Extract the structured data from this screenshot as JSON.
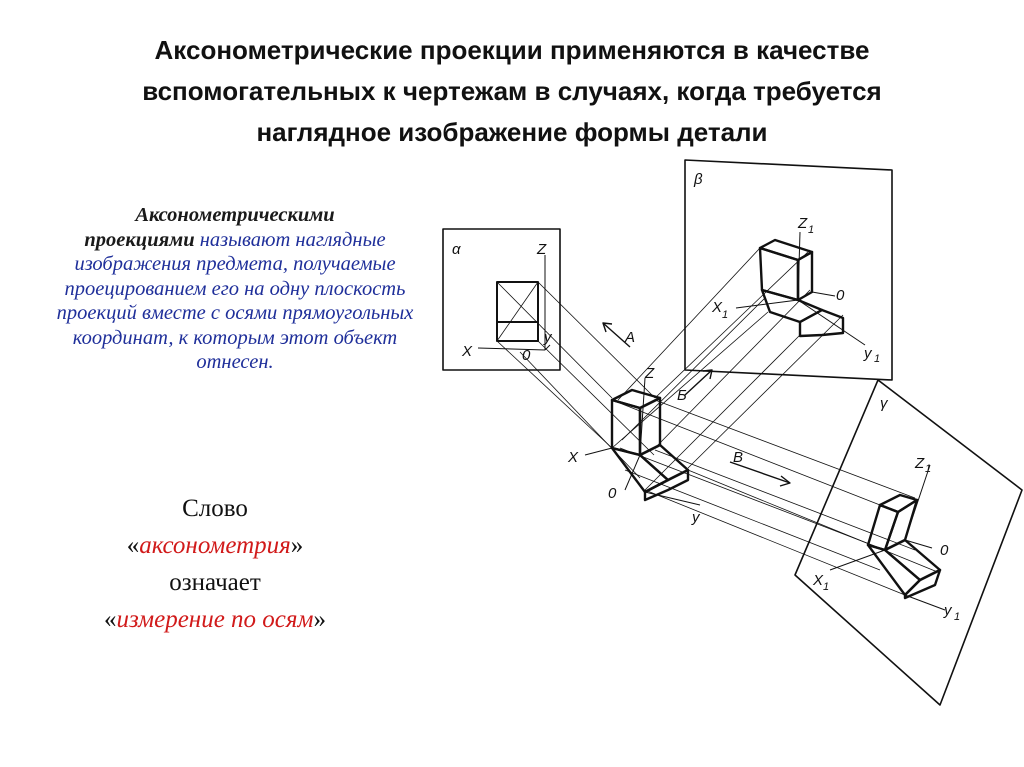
{
  "title": {
    "line1": "Аксонометрические проекции применяются в качестве",
    "line2": "вспомогательных к чертежам в случаях, когда требуется",
    "line3": "наглядное изображение формы детали"
  },
  "definition": {
    "term_part1": "Аксонометрическими",
    "term_part2": "проекциями",
    "text": "называют наглядные изображения предмета, получаемые проецированием его на одну плоскость проекций вместе с осями прямоугольных координат, к которым этот объект отнесен."
  },
  "word": {
    "line1": "Слово",
    "open_quote": "«",
    "term": "аксонометрия",
    "close_quote": "»",
    "line3": "означает",
    "meaning": "измерение по осям"
  },
  "diagram": {
    "plane_alpha": "α",
    "plane_beta": "β",
    "plane_gamma": "γ",
    "axis_z": "Z",
    "axis_x": "X",
    "axis_y": "y",
    "origin": "0",
    "axis_z1": "Z",
    "axis_x1": "X",
    "axis_y1": "y",
    "sub1": "1",
    "dir_a": "A",
    "dir_b": "Б",
    "dir_v": "В"
  }
}
